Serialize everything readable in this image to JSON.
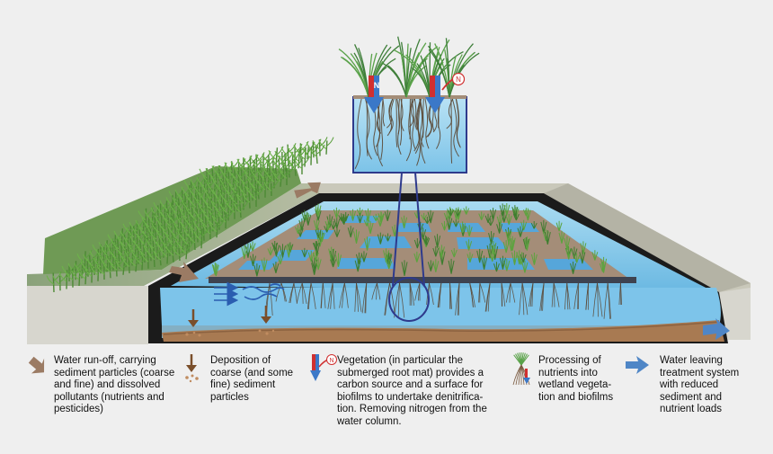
{
  "diagram": {
    "nitrogen_symbol": "N",
    "legend": [
      {
        "icon": "runoff-arrow-icon",
        "text": "Water run-off, carrying\nsediment particles (coarse\nand fine) and dissolved\npollutants (nutrients and\npesticides)"
      },
      {
        "icon": "sediment-deposition-icon",
        "text": "Deposition of\ncoarse (and some\nfine) sediment\nparticles"
      },
      {
        "icon": "denitrification-icon",
        "text": "Vegetation (in particular the\nsubmerged root mat) provides a\ncarbon source and a surface for\nbiofilms to undertake denitrifica-\ntion. Removing nitrogen from the\nwater column."
      },
      {
        "icon": "plant-processing-icon",
        "text": "Processing of\nnutrients into\nwetland vegeta-\ntion and biofilms"
      },
      {
        "icon": "water-leaving-arrow-icon",
        "text": "Water leaving\ntreatment system\nwith reduced\nsediment and\nnutrient loads"
      }
    ]
  },
  "colors": {
    "background": "#efefef",
    "water": "#8ecdea",
    "deep_water": "#5fb0dc",
    "sediment": "#a87a52",
    "soil": "#c7b59f",
    "embankment": "#bdbcae",
    "wall": "#d4d4cf",
    "vegetation": "#4e8f3a",
    "root": "#5a4632",
    "mat": "#3e4350",
    "runoff_arrow": "#9b7b64",
    "outflow_arrow": "#4f86c6",
    "nitrogen_red": "#d03030",
    "nitrogen_blue": "#3b78c8",
    "loupe": "#2e3a8c"
  }
}
